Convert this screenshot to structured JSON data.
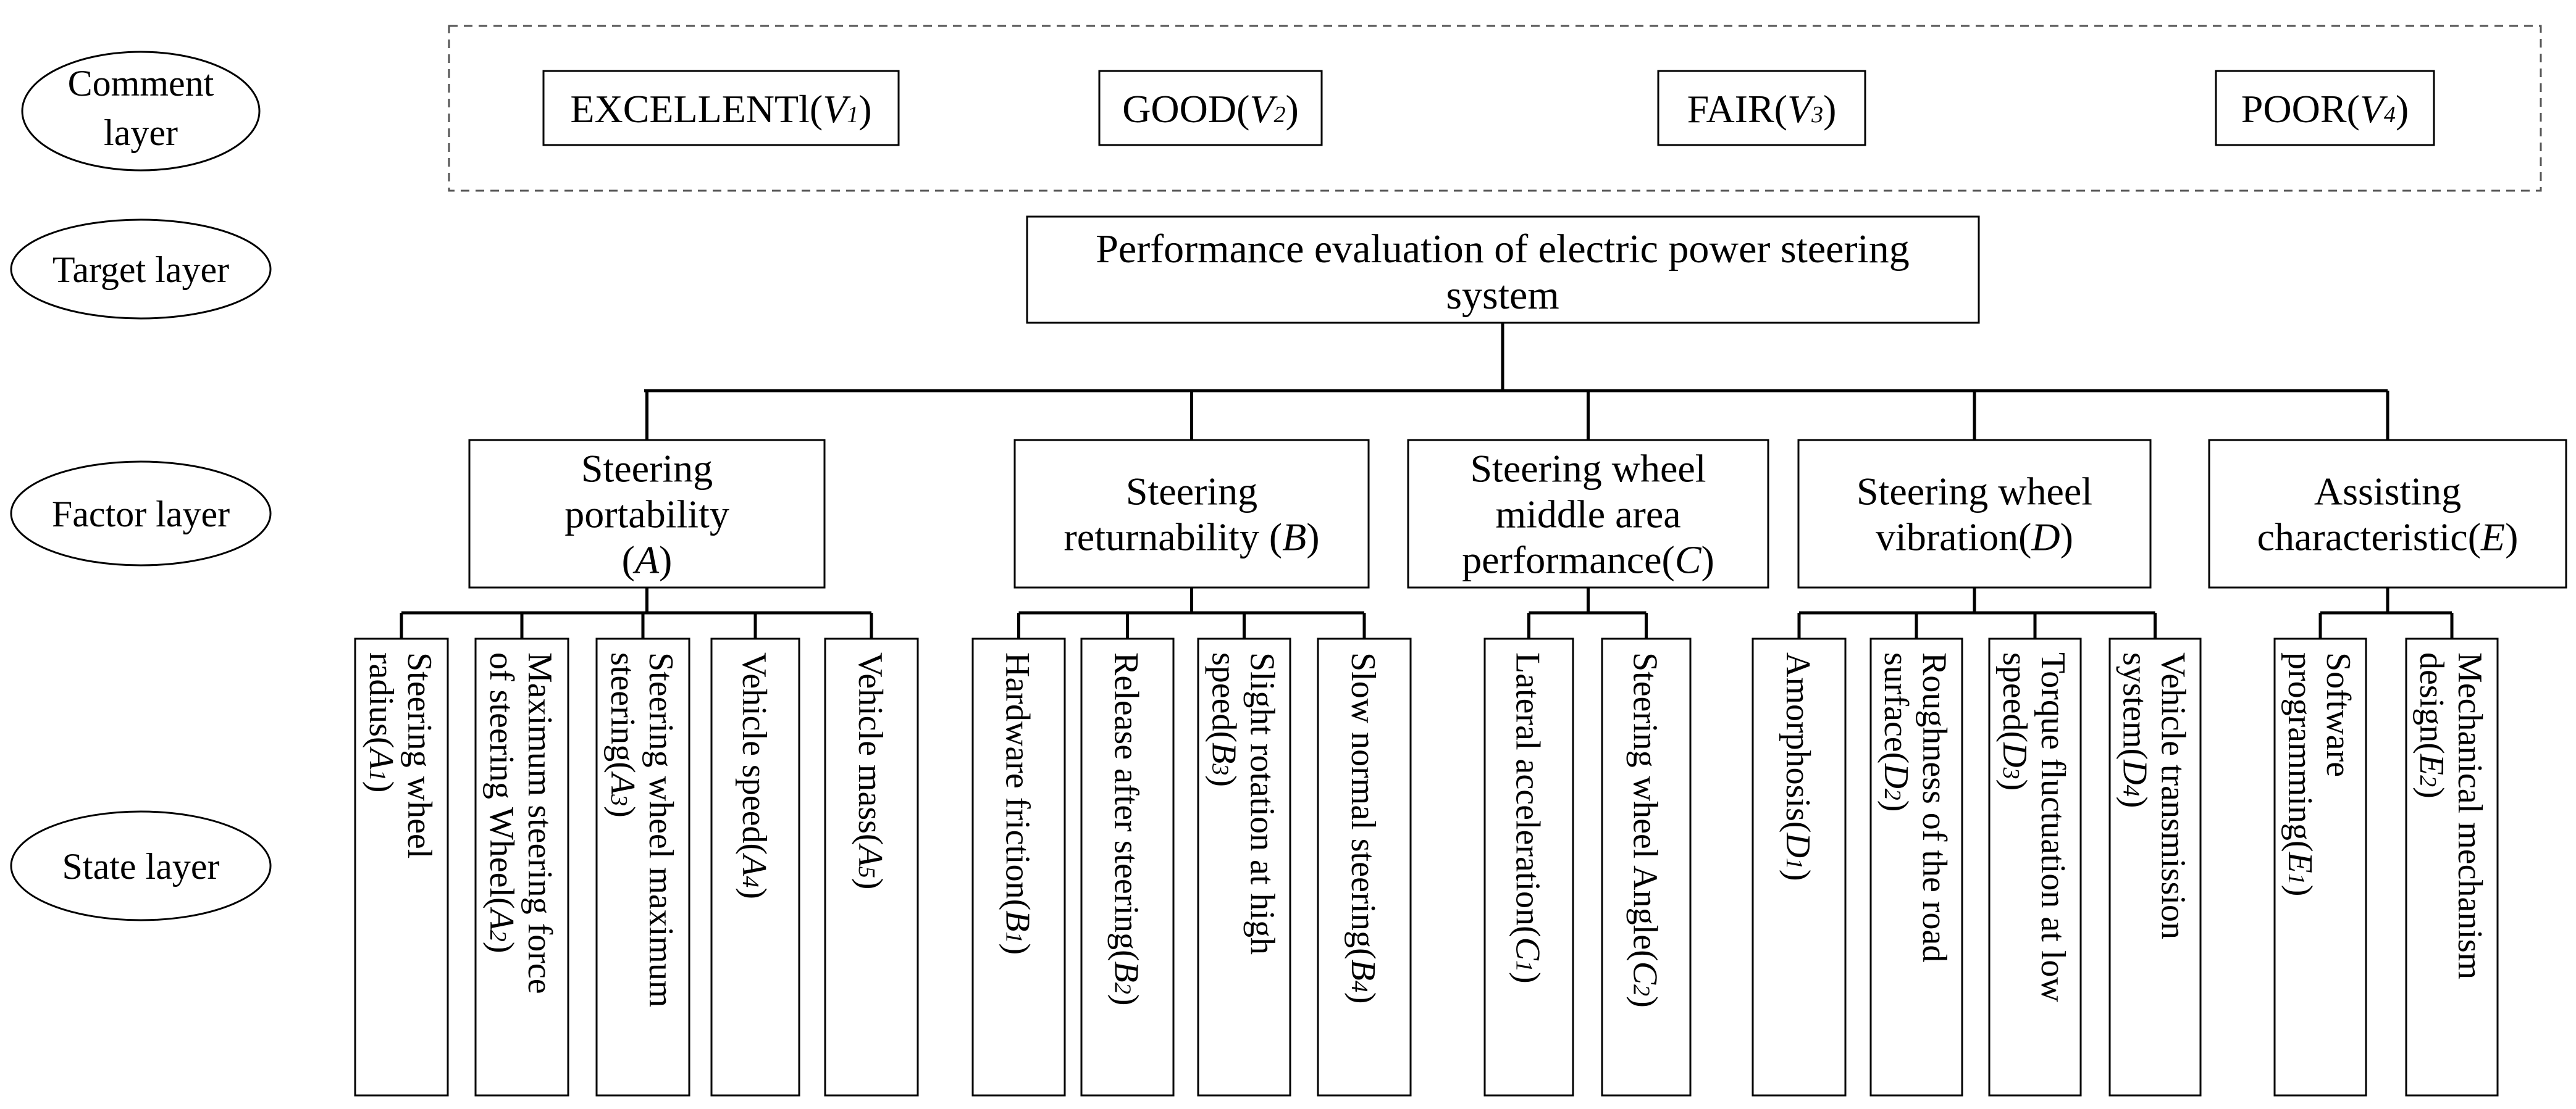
{
  "layers": {
    "comment": [
      "Comment",
      "layer"
    ],
    "target": "Target layer",
    "factor": "Factor layer",
    "state": "State layer"
  },
  "comments": [
    {
      "label": "EXCELLENTl",
      "sym": "V",
      "sub": "1"
    },
    {
      "label": "GOOD",
      "sym": "V",
      "sub": "2"
    },
    {
      "label": "FAIR",
      "sym": "V",
      "sub": "3"
    },
    {
      "label": "POOR",
      "sym": "V",
      "sub": "4"
    }
  ],
  "target": [
    "Performance evaluation of electric power steering",
    "system"
  ],
  "factors": [
    {
      "lines": [
        "Steering",
        "portability"
      ],
      "sym": "A",
      "last_prefix": "(",
      "last_suffix": ")"
    },
    {
      "lines": [
        "Steering"
      ],
      "last_prefix": "returnability (",
      "sym": "B",
      "last_suffix": ")"
    },
    {
      "lines": [
        "Steering wheel",
        "middle area"
      ],
      "last_prefix": "performance(",
      "sym": "C",
      "last_suffix": ")"
    },
    {
      "lines": [
        "Steering wheel"
      ],
      "last_prefix": "vibration(",
      "sym": "D",
      "last_suffix": ")"
    },
    {
      "lines": [
        "Assisting"
      ],
      "last_prefix": "characteristic(",
      "sym": "E",
      "last_suffix": ")"
    }
  ],
  "states": [
    [
      {
        "lines": [
          "Steering wheel"
        ],
        "last_prefix": "radius(",
        "sym": "A",
        "sub": "1",
        "last_suffix": ")"
      },
      {
        "lines": [
          "Maximum steering force",
          "of steering Wheel("
        ],
        "sym": "A",
        "sub": "2",
        "last_prefix": "",
        "last_suffix": ")",
        "inline_last": true
      },
      {
        "lines": [
          "Steering wheel maximum"
        ],
        "last_prefix": "steering(",
        "sym": "A",
        "sub": "3",
        "last_suffix": ")"
      },
      {
        "lines": [],
        "last_prefix": "Vehicle speed(",
        "sym": "A",
        "sub": "4",
        "last_suffix": ")"
      },
      {
        "lines": [],
        "last_prefix": "Vehicle mass(",
        "sym": "A",
        "sub": "5",
        "last_suffix": ")"
      }
    ],
    [
      {
        "lines": [],
        "last_prefix": "Hardware friction(",
        "sym": "B",
        "sub": "1",
        "last_suffix": ")"
      },
      {
        "lines": [],
        "last_prefix": "Release after steering(",
        "sym": "B",
        "sub": "2",
        "last_suffix": ")"
      },
      {
        "lines": [
          "Slight rotation at high"
        ],
        "last_prefix": "speed(",
        "sym": "B",
        "sub": "3",
        "last_suffix": ")"
      },
      {
        "lines": [],
        "last_prefix": "Slow normal steering(",
        "sym": "B",
        "sub": "4",
        "last_suffix": ")"
      }
    ],
    [
      {
        "lines": [],
        "last_prefix": "Lateral acceleration(",
        "sym": "C",
        "sub": "1",
        "last_suffix": ")"
      },
      {
        "lines": [],
        "last_prefix": "Steering wheel Angle(",
        "sym": "C",
        "sub": "2",
        "last_suffix": ")"
      }
    ],
    [
      {
        "lines": [],
        "last_prefix": "Amorphosis(",
        "sym": "D",
        "sub": "1",
        "last_suffix": ")"
      },
      {
        "lines": [
          "Roughness of the road"
        ],
        "last_prefix": "surface(",
        "sym": "D",
        "sub": "2",
        "last_suffix": ")"
      },
      {
        "lines": [
          "Torque fluctuation at low"
        ],
        "last_prefix": "speed(",
        "sym": "D",
        "sub": "3",
        "last_suffix": ")"
      },
      {
        "lines": [
          "Vehicle transmission"
        ],
        "last_prefix": "system(",
        "sym": "D",
        "sub": "4",
        "last_suffix": ")"
      }
    ],
    [
      {
        "lines": [
          "Software"
        ],
        "last_prefix": "programming(",
        "sym": "E",
        "sub": "1",
        "last_suffix": ")"
      },
      {
        "lines": [
          "Mechanical mechanism"
        ],
        "last_prefix": "design(",
        "sym": "E",
        "sub": "2",
        "last_suffix": ")"
      }
    ]
  ]
}
